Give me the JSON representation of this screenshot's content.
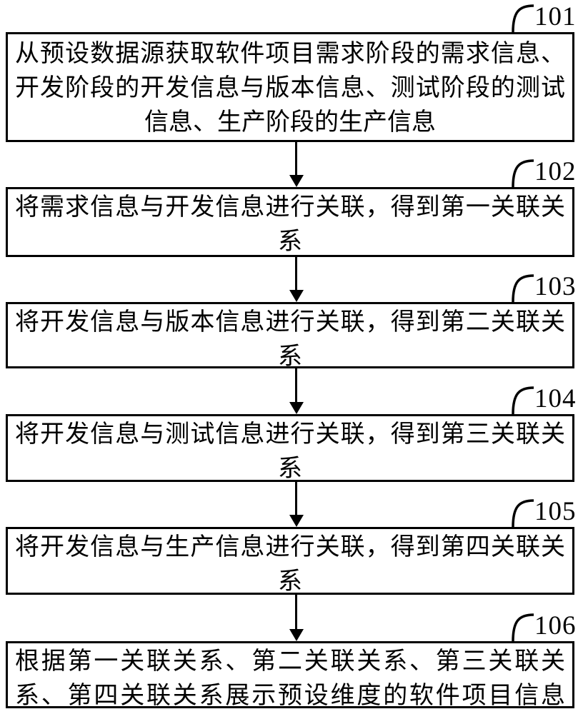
{
  "figure": {
    "type": "flowchart",
    "background_color": "#ffffff",
    "stroke_color": "#000000",
    "steps": [
      {
        "ref": "101",
        "lines": [
          "从预设数据源获取软件项目需求阶段的需求信息、",
          "开发阶段的开发信息与版本信息、测试阶段的测试",
          "信息、生产阶段的生产信息"
        ]
      },
      {
        "ref": "102",
        "lines": [
          "将需求信息与开发信息进行关联，得到第一关联关",
          "系"
        ]
      },
      {
        "ref": "103",
        "lines": [
          "将开发信息与版本信息进行关联，得到第二关联关",
          "系"
        ]
      },
      {
        "ref": "104",
        "lines": [
          "将开发信息与测试信息进行关联，得到第三关联关",
          "系"
        ]
      },
      {
        "ref": "105",
        "lines": [
          "将开发信息与生产信息进行关联，得到第四关联关",
          "系"
        ]
      },
      {
        "ref": "106",
        "lines": [
          "根据第一关联关系、第二关联关系、第三关联关",
          "系、第四关联关系展示预设维度的软件项目信息"
        ]
      }
    ]
  }
}
